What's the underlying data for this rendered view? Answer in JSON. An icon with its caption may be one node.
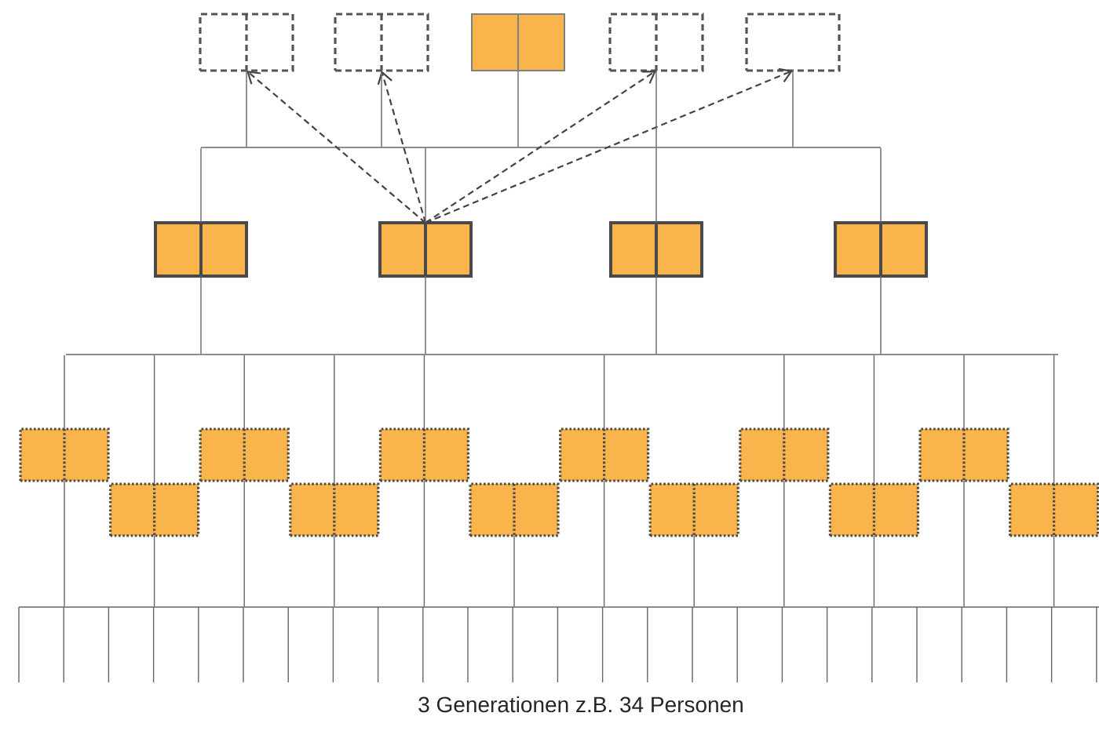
{
  "diagram": {
    "caption": "3 Generationen z.B. 34 Personen",
    "nodes": [
      {
        "text": [],
        "shape": "box"
      },
      {
        "text": [],
        "shape": "box"
      },
      {
        "text": [],
        "shape": "box"
      },
      {
        "text": [],
        "shape": "box"
      },
      {
        "text": [],
        "shape": "box"
      },
      {
        "text": [],
        "shape": "bar"
      },
      {
        "text": [],
        "shape": "box"
      },
      {
        "text": [],
        "shape": "box"
      },
      {
        "text": [],
        "shape": "box"
      },
      {
        "text": [],
        "shape": "box"
      },
      {
        "text": [],
        "shape": "bar"
      },
      {
        "text": [],
        "shape": "box"
      },
      {
        "text": [],
        "shape": "box"
      },
      {
        "text": [],
        "shape": "box"
      },
      {
        "text": [],
        "shape": "box"
      },
      {
        "text": [],
        "shape": "box"
      },
      {
        "text": [],
        "shape": "box"
      },
      {
        "text": [],
        "shape": "box"
      },
      {
        "text": [],
        "shape": "box"
      },
      {
        "text": [],
        "shape": "box"
      },
      {
        "text": [],
        "shape": "box"
      },
      {
        "text": [],
        "shape": "box"
      },
      {
        "text": [],
        "shape": "box"
      },
      {
        "text": [],
        "shape": "bar"
      }
    ],
    "edges": [
      {
        "from": 7,
        "to": 0,
        "arrow": "to",
        "style": "dashed",
        "color": "#444444"
      },
      {
        "from": 7,
        "to": 1,
        "arrow": "to",
        "style": "dashed",
        "color": "#444444"
      },
      {
        "from": 7,
        "to": 3,
        "arrow": "to",
        "style": "dashed",
        "color": "#444444"
      },
      {
        "from": 7,
        "to": 4,
        "arrow": "to",
        "style": "dashed",
        "color": "#444444"
      },
      {
        "from": 0,
        "to": 5,
        "arrow": "none"
      },
      {
        "from": 1,
        "to": 5,
        "arrow": "none"
      },
      {
        "from": 2,
        "to": 5,
        "arrow": "none"
      },
      {
        "from": 3,
        "to": 5,
        "arrow": "none"
      },
      {
        "from": 4,
        "to": 5,
        "arrow": "none"
      },
      {
        "from": 5,
        "to": 6,
        "arrow": "none"
      },
      {
        "from": 5,
        "to": 7,
        "arrow": "none"
      },
      {
        "from": 5,
        "to": 8,
        "arrow": "none"
      },
      {
        "from": 5,
        "to": 9,
        "arrow": "none"
      },
      {
        "from": 6,
        "to": 10,
        "arrow": "none"
      },
      {
        "from": 7,
        "to": 10,
        "arrow": "none"
      },
      {
        "from": 8,
        "to": 10,
        "arrow": "none"
      },
      {
        "from": 9,
        "to": 10,
        "arrow": "none"
      },
      {
        "from": 10,
        "to": 11,
        "arrow": "none"
      },
      {
        "from": 10,
        "to": 12,
        "arrow": "none"
      },
      {
        "from": 10,
        "to": 13,
        "arrow": "none"
      },
      {
        "from": 10,
        "to": 14,
        "arrow": "none"
      },
      {
        "from": 10,
        "to": 15,
        "arrow": "none"
      },
      {
        "from": 10,
        "to": 17,
        "arrow": "none"
      },
      {
        "from": 10,
        "to": 19,
        "arrow": "none"
      },
      {
        "from": 10,
        "to": 20,
        "arrow": "none"
      },
      {
        "from": 10,
        "to": 21,
        "arrow": "none"
      },
      {
        "from": 10,
        "to": 22,
        "arrow": "none"
      },
      {
        "from": 11,
        "to": 23,
        "arrow": "none"
      },
      {
        "from": 12,
        "to": 23,
        "arrow": "none"
      },
      {
        "from": 13,
        "to": 23,
        "arrow": "none"
      },
      {
        "from": 14,
        "to": 23,
        "arrow": "none"
      },
      {
        "from": 15,
        "to": 23,
        "arrow": "none"
      },
      {
        "from": 16,
        "to": 23,
        "arrow": "none"
      },
      {
        "from": 17,
        "to": 23,
        "arrow": "none"
      },
      {
        "from": 18,
        "to": 23,
        "arrow": "none"
      },
      {
        "from": 19,
        "to": 23,
        "arrow": "none"
      },
      {
        "from": 20,
        "to": 23,
        "arrow": "none"
      },
      {
        "from": 21,
        "to": 23,
        "arrow": "none"
      },
      {
        "from": 22,
        "to": 23,
        "arrow": "none"
      }
    ]
  }
}
